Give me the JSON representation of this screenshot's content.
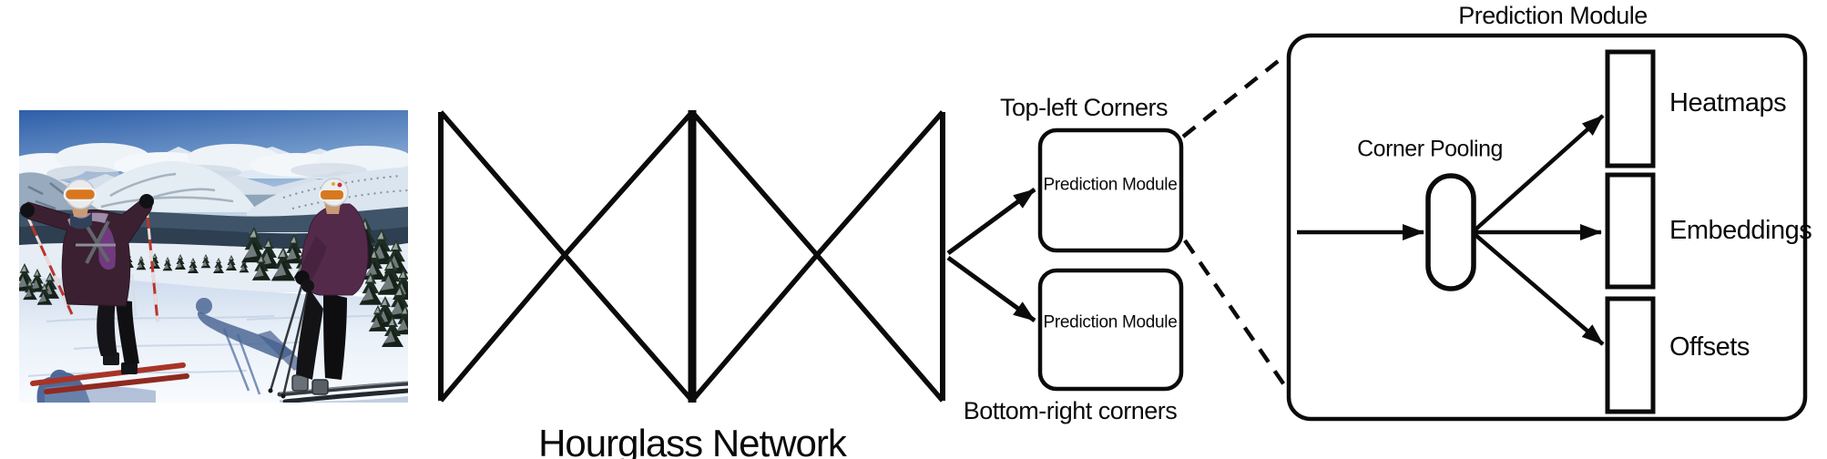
{
  "figure": {
    "background_color": "#ffffff",
    "line_color": "#0b0b0b",
    "input_photo": {
      "description": "Photograph of two skiers in dark plum jackets, white helmets and orange goggles standing on a bright snowy slope, with cloud-wrapped snowy mountain ranges, blue sky and snow-dusted evergreen trees behind them",
      "sky_color": "#39679f",
      "snow_color": "#eff4fa",
      "left_skier_jacket": "#3a2030",
      "right_skier_jacket": "#542a4b",
      "ski_color": "#a83427"
    },
    "hourglass": {
      "label": "Hourglass Network"
    },
    "branches": {
      "top_label": "Top-left Corners",
      "bottom_label": "Bottom-right corners",
      "top_box_label": "Prediction Module",
      "bottom_box_label": "Prediction Module"
    },
    "detail": {
      "title": "Prediction Module",
      "pooling_label": "Corner Pooling",
      "outputs": [
        "Heatmaps",
        "Embeddings",
        "Offsets"
      ]
    }
  }
}
